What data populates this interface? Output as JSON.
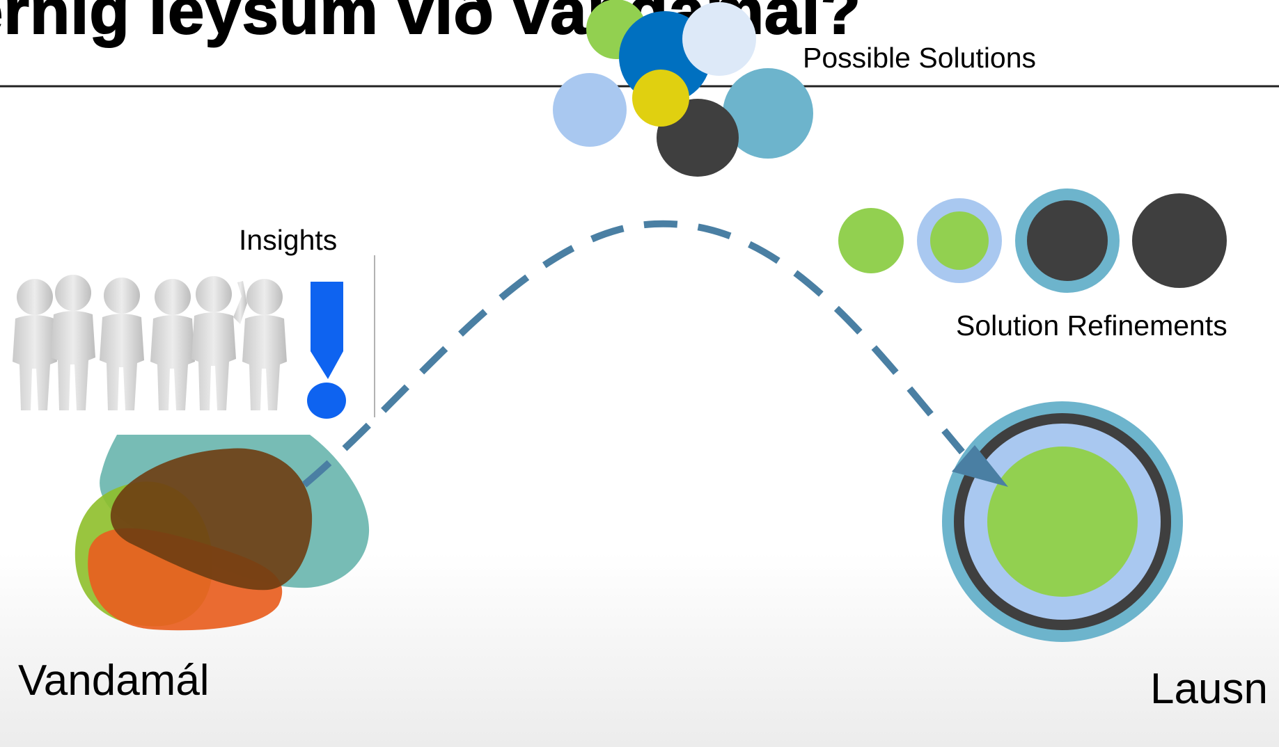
{
  "slide": {
    "title": "ernig leysum við vandamál?",
    "labels": {
      "possible_solutions": "Possible Solutions",
      "insights": "Insights",
      "solution_refinements": "Solution Refinements",
      "problem": "Vandamál",
      "solution": "Lausn"
    }
  },
  "colors": {
    "green": "#92d050",
    "dark_blue": "#0070c0",
    "pale_blue": "#dde9f8",
    "light_blue": "#a9c8f0",
    "yellow": "#e0d010",
    "charcoal": "#3f3f3f",
    "teal": "#6db4cc",
    "arrow": "#4a7fa3",
    "exclamation_blue": "#0e63f0",
    "blob_teal": "#5fb0a8",
    "blob_brown": "#6e3d12",
    "blob_orange": "#e85e20",
    "blob_green": "#8ebf2a"
  },
  "icons": {
    "people": "people-group-icon",
    "exclamation": "exclamation-icon"
  }
}
